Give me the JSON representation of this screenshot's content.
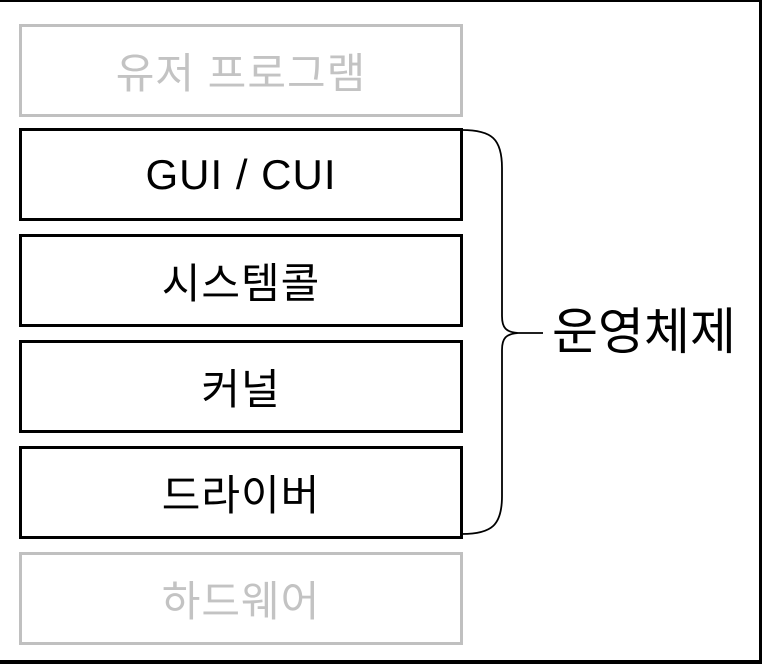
{
  "diagram": {
    "boxes": [
      {
        "id": "user-program",
        "label": "유저 프로그램",
        "style": "ghost"
      },
      {
        "id": "gui-cui",
        "label": "GUI / CUI",
        "style": "solid"
      },
      {
        "id": "system-call",
        "label": "시스템콜",
        "style": "solid"
      },
      {
        "id": "kernel",
        "label": "커널",
        "style": "solid"
      },
      {
        "id": "driver",
        "label": "드라이버",
        "style": "solid"
      },
      {
        "id": "hardware",
        "label": "하드웨어",
        "style": "ghost"
      }
    ],
    "brace_label": "운영체제"
  },
  "colors": {
    "ghost_gray": "#c0c0c0",
    "line_black": "#000000",
    "background": "#ffffff"
  }
}
